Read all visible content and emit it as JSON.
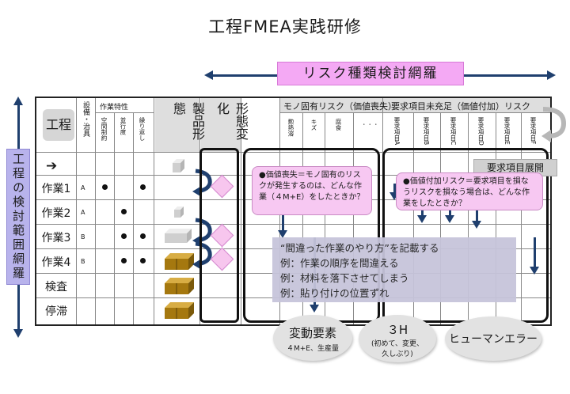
{
  "title": "工程FMEA実践研修",
  "scope_h_label": "リスク種類検討網羅",
  "scope_v_label": "工程の検討範囲網羅",
  "header": {
    "koutei": "工程",
    "setsubi": "設備・治具",
    "sagyou_tokusei": "作業特性",
    "sub_cols": [
      "空間制約",
      "並行度",
      "繰り返し"
    ],
    "seihin_keitai": "製品形態",
    "keitai_henka": "形態変化",
    "mono_risk": "モノ固有リスク（価値喪失）",
    "mono_cols": [
      "勲熱溶",
      "キズ",
      "腐食",
      "・・・"
    ],
    "youkyu_risk": "要求項目未充足（価値付加）リスク",
    "youkyu_cols": [
      "要求項目A",
      "要求項目B",
      "要求項目C",
      "要求項目D",
      "要求項目E",
      "要求項目F"
    ]
  },
  "rows": [
    {
      "label": "",
      "mark": "",
      "dots": [
        false,
        false,
        false
      ]
    },
    {
      "label": "作業1",
      "mark": "A",
      "dots": [
        true,
        false,
        true
      ]
    },
    {
      "label": "作業2",
      "mark": "A",
      "dots": [
        false,
        true,
        false
      ]
    },
    {
      "label": "作業3",
      "mark": "B",
      "dots": [
        false,
        true,
        true
      ]
    },
    {
      "label": "作業4",
      "mark": "B",
      "dots": [
        false,
        true,
        true
      ]
    },
    {
      "label": "検査",
      "mark": "",
      "dots": [
        false,
        false,
        false
      ]
    },
    {
      "label": "停滞",
      "mark": "",
      "dots": [
        false,
        false,
        false
      ]
    }
  ],
  "bubble_mono": "●価値喪失＝モノ固有のリスクが発生するのは、どんな作業（４M+E）をしたときか？",
  "bubble_youkyu": "●価値付加リスク＝要求項目を損なうリスクを損なう場合は、どんな作業をしたときか？",
  "expand_label": "要求項目展開",
  "example_box": {
    "line1": "“間違った作業のやり方”を記載する",
    "line2": "例：作業の順序を間違える",
    "line3": "例：材料を落下させてしまう",
    "line4": "例：貼り付けの位置ずれ"
  },
  "ovals": {
    "hendou_title": "変動要素",
    "hendou_sub": "４M+E、生産量",
    "h3_title": "３H",
    "h3_sub1": "(初めて、変更、",
    "h3_sub2": "久しぶり)",
    "human": "ヒューマンエラー"
  },
  "colors": {
    "navy": "#1f3f6e",
    "pink": "#f4a9f4",
    "lavender": "#b8b3ec",
    "gray": "#c6c4da"
  }
}
